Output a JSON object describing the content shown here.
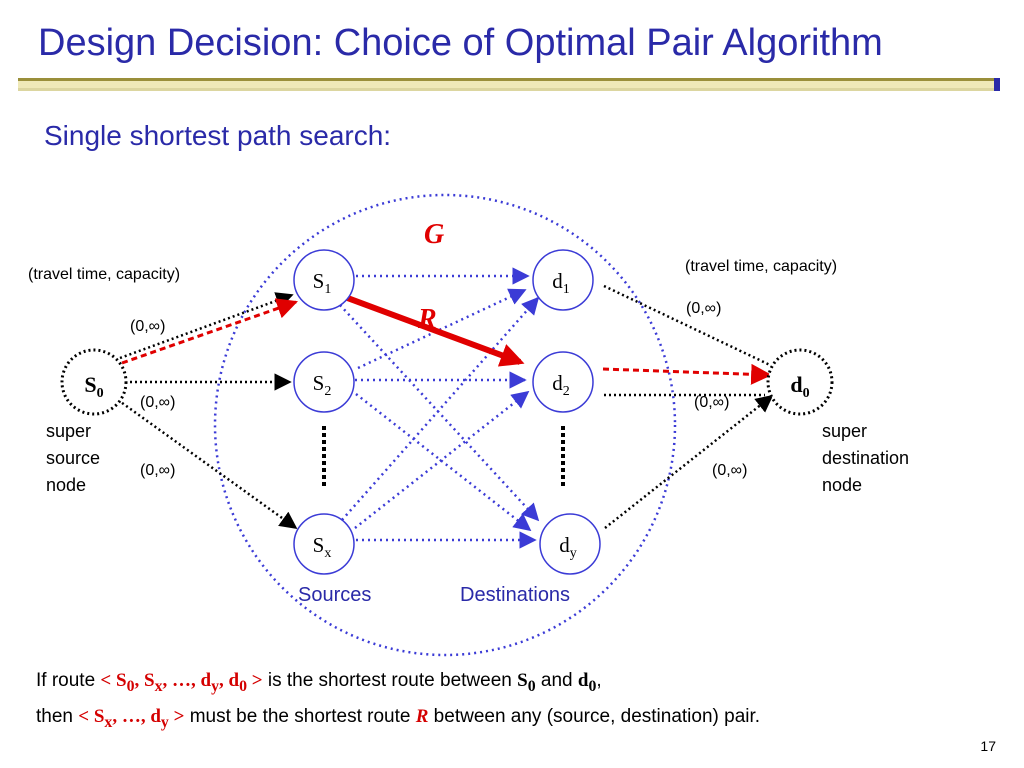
{
  "slide": {
    "title": "Design Decision: Choice of Optimal Pair Algorithm",
    "subtitle": "Single shortest path search:",
    "page_number": "17",
    "colors": {
      "title": "#2a2aa8",
      "blue_edges": "#3b3bd6",
      "red": "#e00000",
      "rule_gold": "#c8c070"
    }
  },
  "diagram": {
    "graph_label": "G",
    "route_label": "R",
    "edge_label": "(travel time, capacity)",
    "cap_label": "(0,∞)",
    "super_source": {
      "name": "S",
      "sub": "0",
      "caption": [
        "super",
        "source",
        "node"
      ]
    },
    "super_dest": {
      "name": "d",
      "sub": "0",
      "caption": [
        "super",
        "destination",
        "node"
      ]
    },
    "sources": [
      {
        "name": "S",
        "sub": "1"
      },
      {
        "name": "S",
        "sub": "2"
      },
      {
        "name": "S",
        "sub": "x"
      }
    ],
    "destinations": [
      {
        "name": "d",
        "sub": "1"
      },
      {
        "name": "d",
        "sub": "2"
      },
      {
        "name": "d",
        "sub": "y"
      }
    ],
    "sources_label": "Sources",
    "destinations_label": "Destinations"
  },
  "footer": {
    "line1": {
      "pre": "If route ",
      "route_open": "< S",
      "s0_sub": "0",
      "sep1": ", S",
      "sx_sub": "x",
      "sep2": ", …, d",
      "dy_sub": "y",
      "sep3": ", d",
      "d0_sub": "0",
      "route_close": " >",
      "mid": " is the shortest route between ",
      "from": "S",
      "from_sub": "0",
      "and": " and ",
      "to": "d",
      "to_sub": "0",
      "end": ","
    },
    "line2": {
      "pre": "then ",
      "route_open": "< S",
      "sx_sub": "x",
      "sep": ", …, d",
      "dy_sub": "y",
      "route_close": " >",
      "mid": " must be the shortest route ",
      "r": "R",
      "end": " between any (source, destination) pair."
    }
  }
}
